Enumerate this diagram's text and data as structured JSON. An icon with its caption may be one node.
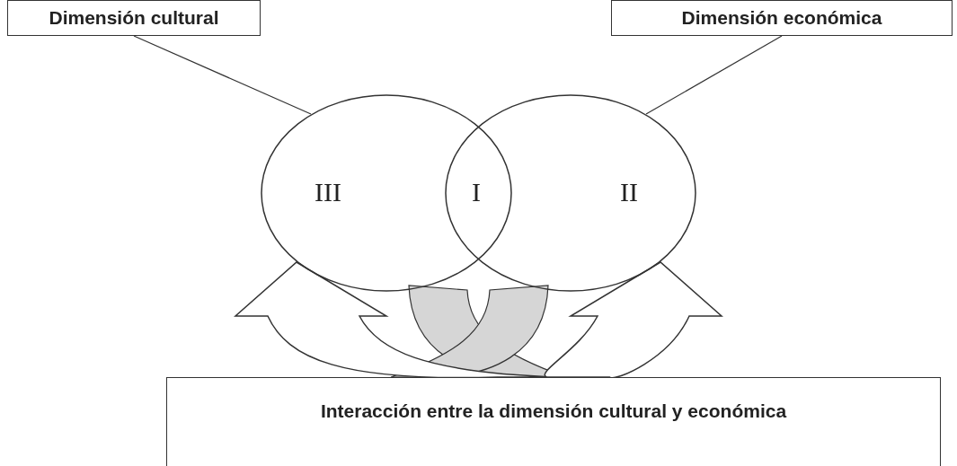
{
  "diagram": {
    "nodes": [
      {
        "text": [
          "Dimensión cultural"
        ]
      },
      {
        "text": [
          "Dimensión económica"
        ]
      },
      {
        "text": [
          "III"
        ]
      },
      {
        "text": [
          "II"
        ]
      },
      {
        "text": [
          "Interacción entre la dimensión cultural y económica"
        ]
      }
    ],
    "edges": [
      {
        "from": 0,
        "to": 2,
        "arrow": "none"
      },
      {
        "from": 1,
        "to": 3,
        "arrow": "none"
      },
      {
        "from": 4,
        "to": 2,
        "arrow": "to",
        "style": "thick"
      },
      {
        "from": 4,
        "to": 3,
        "arrow": "to",
        "style": "thick"
      }
    ],
    "labels": [
      "I"
    ]
  }
}
